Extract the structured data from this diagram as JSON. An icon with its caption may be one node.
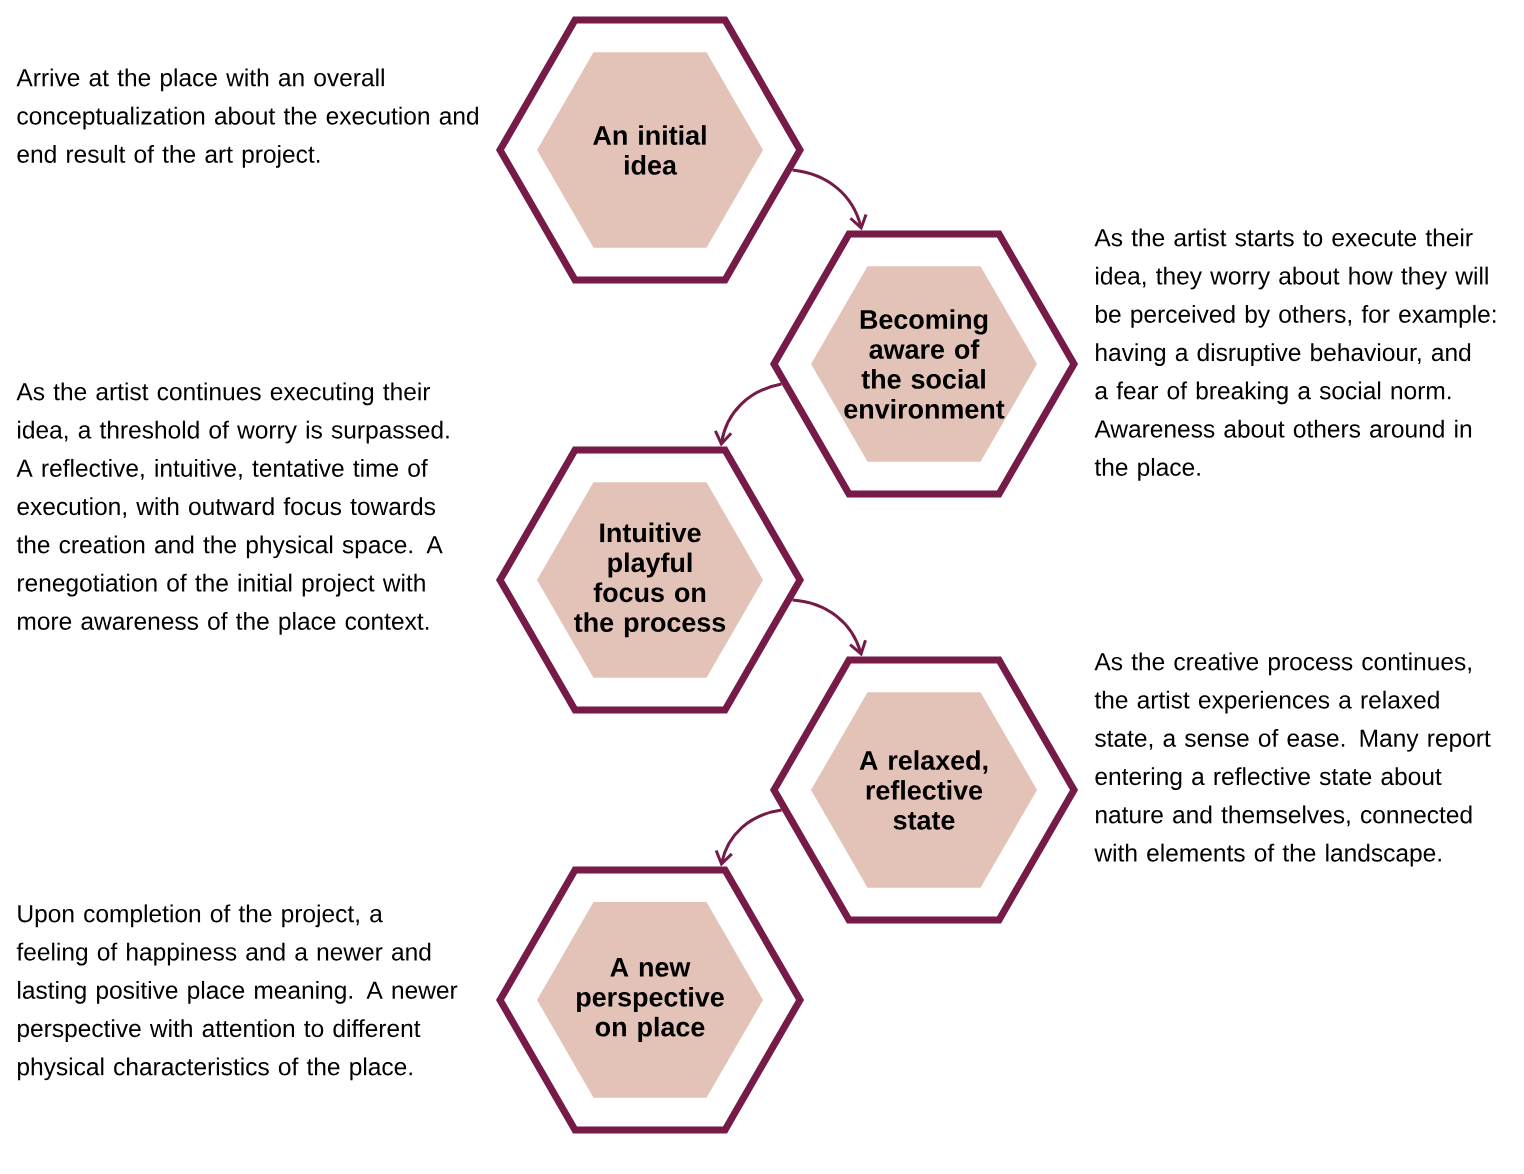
{
  "diagram": {
    "nodes": [
      {
        "text": [
          "An initial idea"
        ],
        "beside": [
          "Arrive at the place with an overall conceptualization about the execution and end result of the art project."
        ]
      },
      {
        "text": [
          "Becoming aware of the social environment"
        ],
        "beside": [
          "As the artist starts to execute their idea, they worry about how they will be perceived by others, for example: having a disruptive behaviour, and a fear of breaking a social norm. Awareness about others around in the place."
        ]
      },
      {
        "text": [
          "Intuitive playful focus on the process"
        ],
        "beside": [
          "As the artist continues executing their idea, a threshold of worry is surpassed. A reflective, intuitive, tentative time of execution, with outward focus towards the creation and the physical space. A renegotiation of the initial project with more awareness of the place context."
        ]
      },
      {
        "text": [
          "A relaxed, reflective state"
        ],
        "beside": [
          "As the creative process continues, the artist experiences a relaxed state, a sense of ease. Many report entering a reflective state about nature and themselves, connected with elements of the landscape."
        ]
      },
      {
        "text": [
          "A new perspective on place"
        ],
        "beside": [
          "Upon completion of the project, a feeling of happiness and a newer and lasting positive place meaning. A newer perspective with attention to different physical characteristics of the place."
        ]
      }
    ],
    "edges": [
      {
        "from": 0,
        "to": 1,
        "arrow": "to"
      },
      {
        "from": 1,
        "to": 2,
        "arrow": "to"
      },
      {
        "from": 2,
        "to": 3,
        "arrow": "to"
      },
      {
        "from": 3,
        "to": 4,
        "arrow": "to"
      }
    ]
  }
}
